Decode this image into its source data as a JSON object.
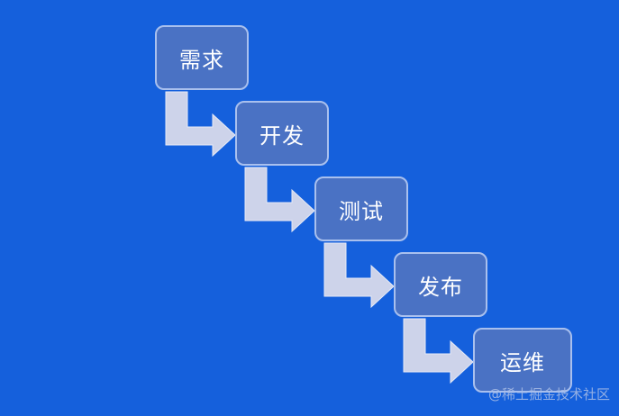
{
  "steps": [
    {
      "label": "需求"
    },
    {
      "label": "开发"
    },
    {
      "label": "测试"
    },
    {
      "label": "发布"
    },
    {
      "label": "运维"
    }
  ],
  "watermark": "@稀土掘金技术社区",
  "colors": {
    "background": "#1560dc",
    "box": "#4a72c4",
    "box_border": "#a9c0ee",
    "arrow": "#cdd3ea"
  }
}
